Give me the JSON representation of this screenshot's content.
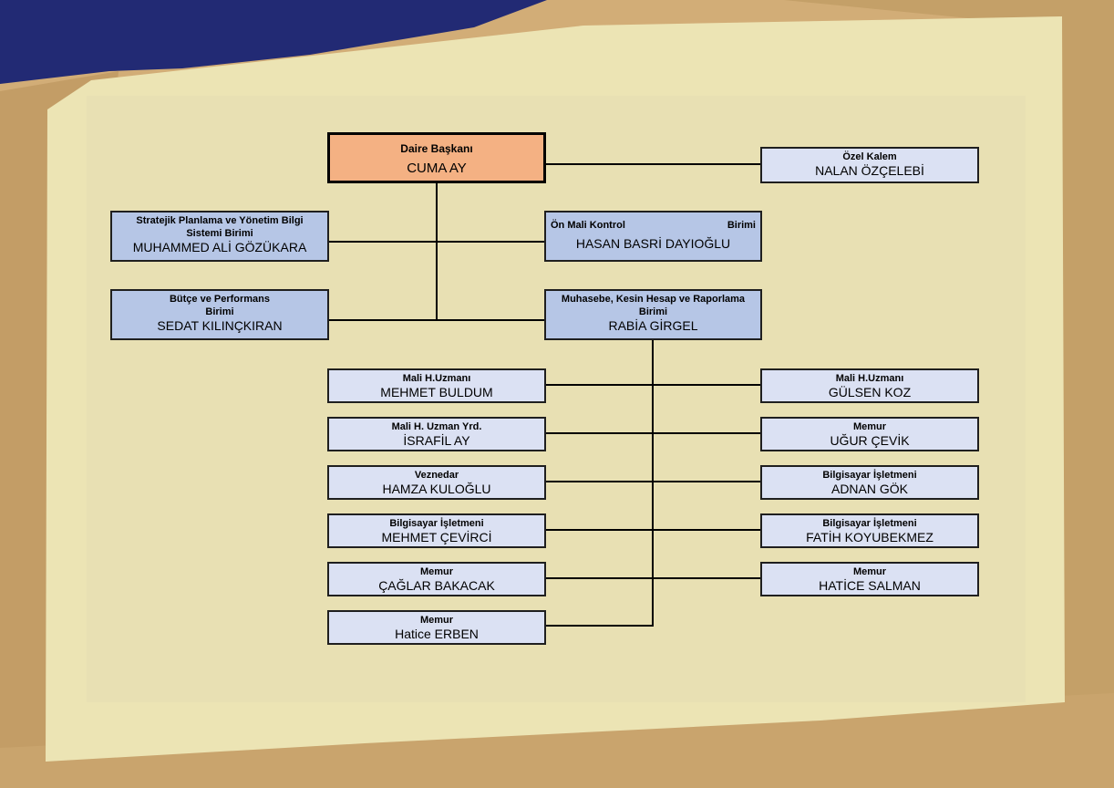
{
  "org": {
    "head": {
      "title": "Daire Başkanı",
      "name": "CUMA AY"
    },
    "private_office": {
      "title": "Özel Kalem",
      "name": "NALAN ÖZÇELEBİ"
    },
    "strategic_unit": {
      "title": "Stratejik Planlama ve Yönetim Bilgi Sistemi Birimi",
      "name": "MUHAMMED ALİ GÖZÜKARA"
    },
    "pre_control_unit": {
      "title_left": "Ön Mali Kontrol",
      "title_right": "Birimi",
      "name": "HASAN BASRİ DAYIOĞLU"
    },
    "budget_unit": {
      "title": "Bütçe ve Performans Birimi",
      "name": "SEDAT KILINÇKIRAN"
    },
    "accounting_unit": {
      "title": "Muhasebe, Kesin Hesap ve Raporlama Birimi",
      "name": "RABİA GİRGEL"
    },
    "staff_left": [
      {
        "title": "Mali H.Uzmanı",
        "name": "MEHMET BULDUM"
      },
      {
        "title": "Mali H. Uzman Yrd.",
        "name": "İSRAFİL AY"
      },
      {
        "title": "Veznedar",
        "name": "HAMZA KULOĞLU"
      },
      {
        "title": "Bilgisayar İşletmeni",
        "name": "MEHMET ÇEVİRCİ"
      },
      {
        "title": "Memur",
        "name": "ÇAĞLAR BAKACAK"
      },
      {
        "title": "Memur",
        "name": "Hatice ERBEN"
      }
    ],
    "staff_right": [
      {
        "title": "Mali H.Uzmanı",
        "name": "GÜLSEN KOZ"
      },
      {
        "title": "Memur",
        "name": "UĞUR ÇEVİK"
      },
      {
        "title": "Bilgisayar İşletmeni",
        "name": "ADNAN GÖK"
      },
      {
        "title": "Bilgisayar İşletmeni",
        "name": "FATİH KOYUBEKMEZ"
      },
      {
        "title": "Memur",
        "name": "HATİCE SALMAN"
      }
    ]
  },
  "colors": {
    "head_fill": "#f4b183",
    "unit_fill": "#b6c6e6",
    "staff_fill": "#dbe1f3",
    "paper": "#ece4b4",
    "backdrop_navy": "#222a74",
    "backdrop_tan": "#c9a66b"
  }
}
